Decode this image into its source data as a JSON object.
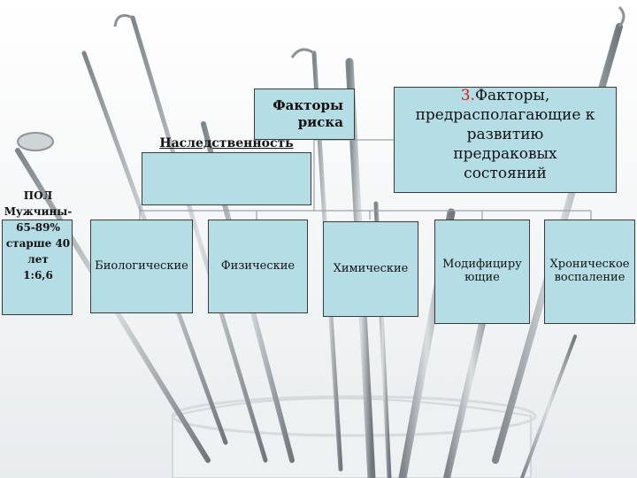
{
  "root": {
    "line1": "Факторы",
    "line2": "риска"
  },
  "heredity": {
    "label": "Наследственность"
  },
  "gender": {
    "label": "ПОЛ",
    "line1": "Мужчины-",
    "line2": "65-89%",
    "line3": "старше 40",
    "line4": "лет",
    "line5": "1:6,6"
  },
  "branch3": {
    "number": "3.",
    "line1": "Факторы,",
    "line2": "предрасполагающие к",
    "line3": "развитию",
    "line4": "предраковых",
    "line5": "состояний"
  },
  "children": {
    "biological": "Биологические",
    "physical": "Физические",
    "chemical": "Химические",
    "modifying_1": "Модифициру",
    "modifying_2": "ющие",
    "chronic_1": "Хроническое",
    "chronic_2": "воспаление"
  },
  "colors": {
    "box_fill": "#b4dde6",
    "border": "#3a3a3a",
    "accent": "#d11a1a"
  }
}
